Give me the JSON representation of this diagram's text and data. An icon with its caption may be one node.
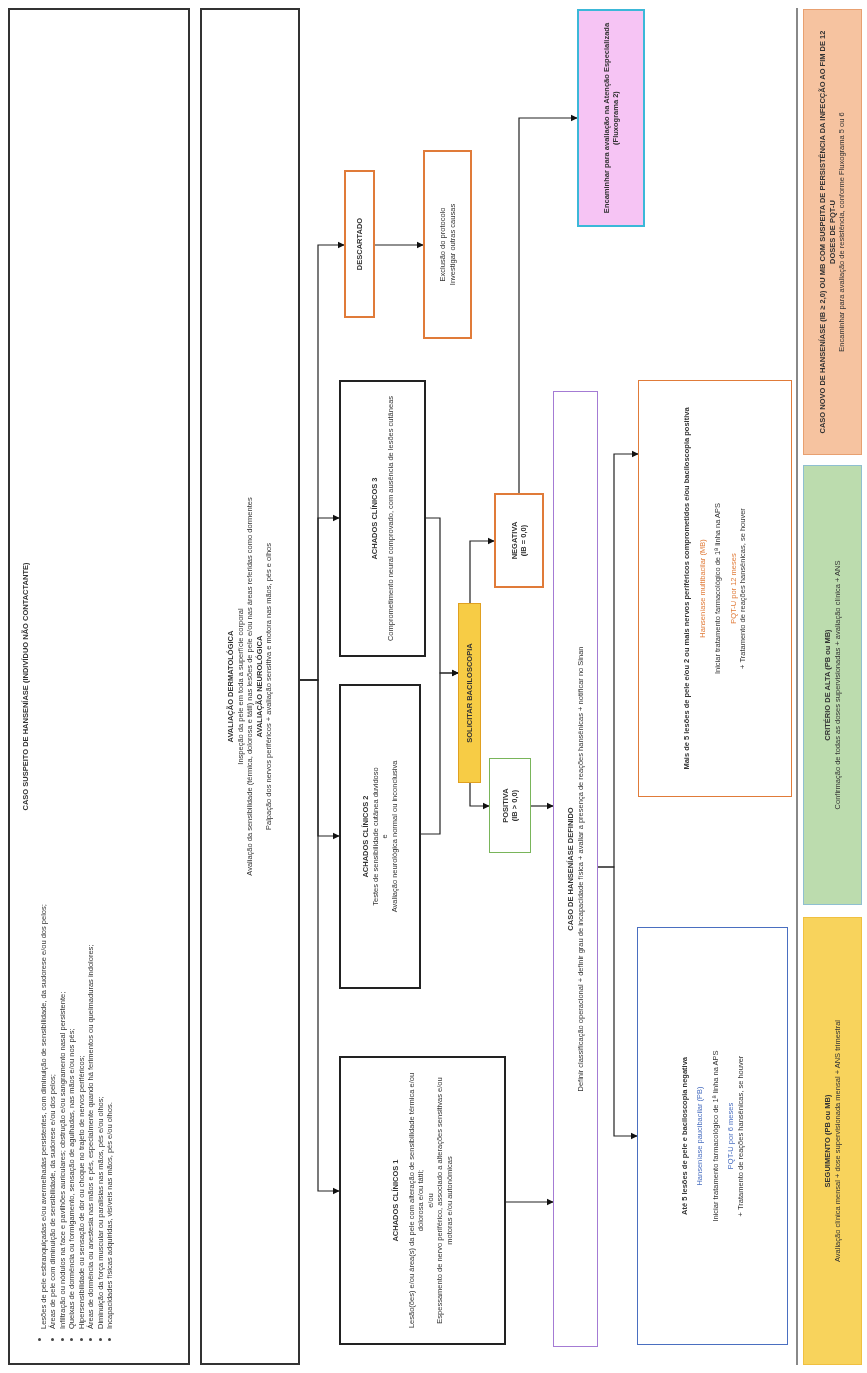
{
  "diagram": {
    "nodes": [
      {
        "text": [
          "CASO SUSPEITO DE HANSENÍASE (INDIVÍDUO NÃO CONTACTANTE)",
          "Lesões de pele esbranquiçadas e/ou avermelhadas persistentes, com diminuição de sensibilidade, da sudorese e/ou dos pelos;",
          "Áreas de pele com diminuição de sensibilidade, da sudorese e/ou dos pelos;",
          "Infiltração ou nódulos na face e pavilhões auriculares; obstrução e/ou sangramento nasal persistente;",
          "Queixas de dormência ou formigamento, sensação de agulhadas, nas mãos e/ou nos pés;",
          "Hipersensibilidade ou sensação de dor ou choque no trajeto de nervos periféricos;",
          "Áreas de dormência ou anestesia nas mãos e pés, especialmente quando há ferimentos ou queimaduras indolores;",
          "Diminuição da força muscular ou paralisias nas mãos, pés e/ou olhos;",
          "Incapacidades físicas adquiridas, visíveis nas mãos, pés e/ou olhos."
        ]
      },
      {
        "text": [
          "AVALIAÇÃO DERMATOLÓGICA",
          "Inspeção da pele em toda a superfície corporal",
          "Avaliação da sensibilidade (térmica, dolorosa e tátil) nas lesões de pele e/ou nas áreas referidas como dormentes",
          "AVALIAÇÃO NEUROLÓGICA",
          "Palpação dos nervos periféricos + avaliação sensitiva e motora nas mãos, pés e olhos"
        ]
      },
      {
        "text": [
          "ACHADOS CLÍNICOS 1",
          "Lesão(ões) e/ou área(s) da pele com alteração de sensibilidade térmica e/ou dolorosa e/ou tátil;",
          "e/ou",
          "Espessamento de nervo periférico, associado a alterações sensitivas e/ou motoras e/ou autonômicas"
        ]
      },
      {
        "text": [
          "ACHADOS CLÍNICOS 2",
          "Testes de sensibilidade cutânea duvidoso",
          "e",
          "Avaliação neurológica normal ou inconclusiva"
        ]
      },
      {
        "text": [
          "ACHADOS CLÍNICOS 3",
          "Comprometimento neural comprovado, com ausência de lesões cutâneas"
        ]
      },
      {
        "text": [
          "DESCARTADO"
        ]
      },
      {
        "text": [
          "Exclusão do protocolo",
          "Investigar outras causas"
        ]
      },
      {
        "text": [
          "SOLICITAR BACILOSCOPIA"
        ]
      },
      {
        "text": [
          "POSITIVA",
          "(IB > 0,0)"
        ]
      },
      {
        "text": [
          "NEGATIVA",
          "(IB = 0,0)"
        ]
      },
      {
        "text": [
          "Encaminhar para avaliação na Atenção Especializada (Fluxograma 2)"
        ]
      },
      {
        "text": [
          "CASO DE HANSENÍASE DEFINIDO",
          "Definir classificação operacional + definir grau de incapacidade física + avaliar a presença de reações hansênicas + notificar no Sinan"
        ]
      },
      {
        "text": [
          "Até 5 lesões de pele e baciloscopia negativa",
          "Hanseníase paucibacilar (PB)",
          "Iniciar tratamento farmacológico de 1ª linha na APS",
          "PQT-U por 6 meses",
          "+ Tratamento de reações hansênicas, se houver"
        ]
      },
      {
        "text": [
          "Mais de 5 lesões de pele e/ou 2 ou mais nervos periféricos comprometidos e/ou baciloscopia positiva",
          "Hanseníase multibacilar (MB)",
          "Iniciar tratamento farmacológico de 1ª linha na APS",
          "PQT-U por 12 meses",
          "+ Tratamento de reações hansênicas, se houver"
        ]
      },
      {
        "text": [
          "SEGUIMENTO (PB ou MB)",
          "Avaliação clínica mensal + dose supervisionada mensal + ANS trimestral"
        ]
      },
      {
        "text": [
          "CRITÉRIO DE ALTA (PB ou MB)",
          "Confirmação de todas as doses supervisionadas + avaliação clínica + ANS"
        ]
      },
      {
        "text": [
          "CASO NOVO DE HANSENÍASE (IB ≥ 2,0) OU MB COM SUSPEITA DE PERSISTÊNCIA DA INFECÇÃO AO FIM DE 12 DOSES DE PQT-U",
          "Encaminhar para avaliação de resistência, conforme Fluxograma 5 ou 6"
        ]
      }
    ],
    "edges": [
      {
        "from": 1,
        "to": 2,
        "arrow": "to"
      },
      {
        "from": 1,
        "to": 3,
        "arrow": "to"
      },
      {
        "from": 1,
        "to": 4,
        "arrow": "to"
      },
      {
        "from": 1,
        "to": 5,
        "arrow": "to"
      },
      {
        "from": 2,
        "to": 11,
        "arrow": "to"
      },
      {
        "from": 3,
        "to": 7,
        "arrow": "to"
      },
      {
        "from": 4,
        "to": 7,
        "arrow": "to"
      },
      {
        "from": 5,
        "to": 6,
        "arrow": "to"
      },
      {
        "from": 7,
        "to": 8,
        "arrow": "to"
      },
      {
        "from": 7,
        "to": 9,
        "arrow": "to"
      },
      {
        "from": 8,
        "to": 11,
        "arrow": "to"
      },
      {
        "from": 9,
        "to": 10,
        "arrow": "to"
      },
      {
        "from": 11,
        "to": 12,
        "arrow": "to"
      },
      {
        "from": 11,
        "to": 13,
        "arrow": "to"
      }
    ]
  }
}
